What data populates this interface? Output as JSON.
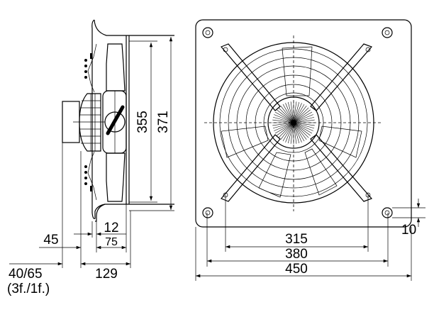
{
  "side_view": {
    "dim_355": "355",
    "dim_371": "371",
    "dim_12": "12",
    "dim_75": "75",
    "dim_45": "45",
    "dim_129": "129",
    "dim_40_65": "40/65",
    "dim_40_65_note": "(3f./1f.)"
  },
  "front_view": {
    "dim_315": "315",
    "dim_380": "380",
    "dim_450": "450",
    "dim_10": "10"
  }
}
